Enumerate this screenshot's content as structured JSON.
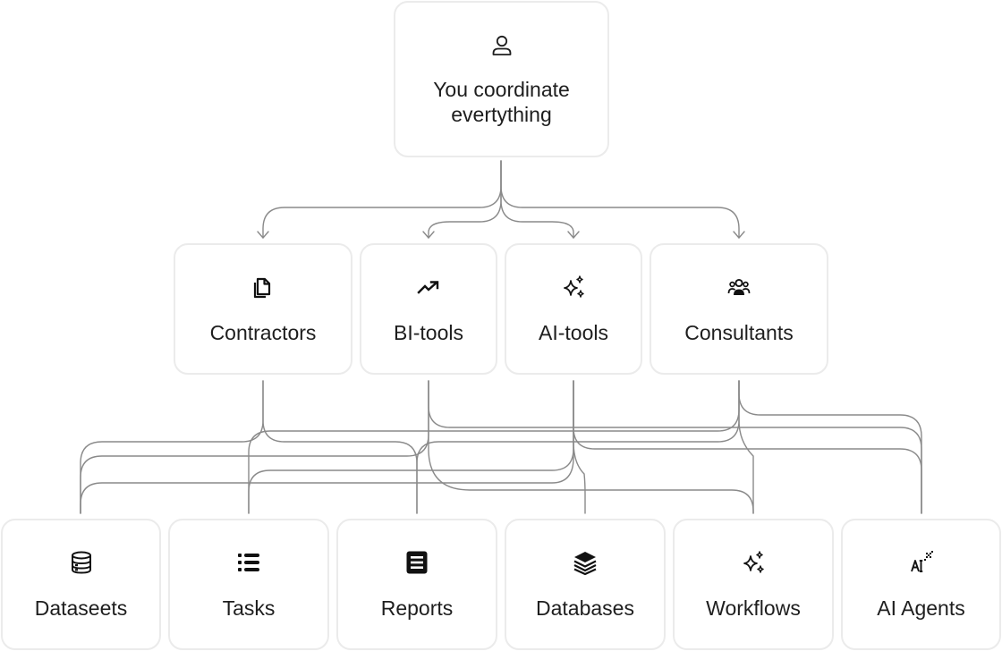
{
  "diagram": {
    "top": {
      "label": "You coordinate evertything",
      "icon": "user-icon"
    },
    "middle": [
      {
        "label": "Contractors",
        "icon": "documents-icon"
      },
      {
        "label": "BI-tools",
        "icon": "trend-up-icon"
      },
      {
        "label": "AI-tools",
        "icon": "sparkles-icon"
      },
      {
        "label": "Consultants",
        "icon": "people-icon"
      }
    ],
    "bottom": [
      {
        "label": "Dataseets",
        "icon": "database-cylinder-icon"
      },
      {
        "label": "Tasks",
        "icon": "list-icon"
      },
      {
        "label": "Reports",
        "icon": "report-icon"
      },
      {
        "label": "Databases",
        "icon": "layers-icon"
      },
      {
        "label": "Workflows",
        "icon": "sparkles-icon"
      },
      {
        "label": "AI Agents",
        "icon": "ai-agents-icon"
      }
    ],
    "colors": {
      "connector": "#8a8a8a",
      "node_border": "#ebebeb",
      "text": "#1e1e1e"
    }
  }
}
